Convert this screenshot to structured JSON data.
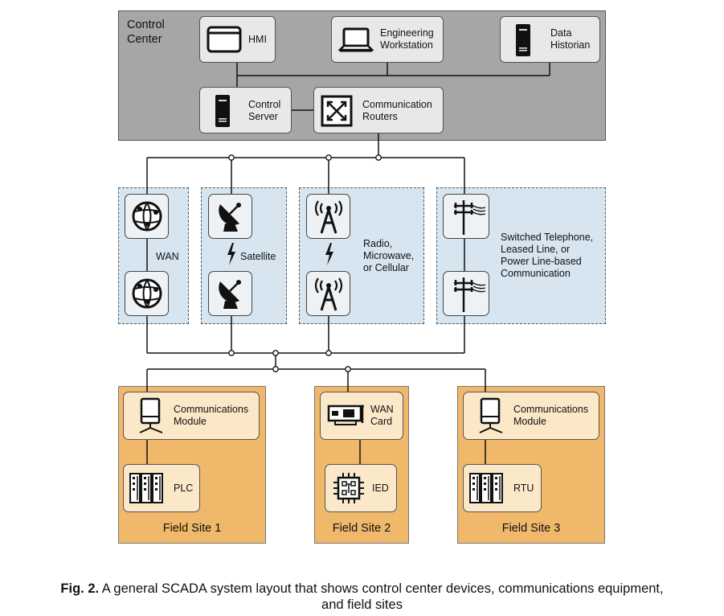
{
  "control_center": {
    "label_line1": "Control",
    "label_line2": "Center",
    "hmi": "HMI",
    "eng_line1": "Engineering",
    "eng_line2": "Workstation",
    "hist_line1": "Data",
    "hist_line2": "Historian",
    "server_line1": "Control",
    "server_line2": "Server",
    "router_line1": "Communication",
    "router_line2": "Routers"
  },
  "networks": {
    "wan": "WAN",
    "satellite": "Satellite",
    "radio_line1": "Radio,",
    "radio_line2": "Microwave,",
    "radio_line3": "or Cellular",
    "tel_line1": "Switched Telephone,",
    "tel_line2": "Leased Line, or",
    "tel_line3": "Power Line-based",
    "tel_line4": "Communication"
  },
  "field_sites": {
    "site1": {
      "comm_line1": "Communications",
      "comm_line2": "Module",
      "device": "PLC",
      "label": "Field Site 1"
    },
    "site2": {
      "comm_line1": "WAN",
      "comm_line2": "Card",
      "device": "IED",
      "label": "Field Site 2"
    },
    "site3": {
      "comm_line1": "Communications",
      "comm_line2": "Module",
      "device": "RTU",
      "label": "Field Site 3"
    }
  },
  "caption": {
    "label": "Fig. 2.",
    "text_line1": " A general SCADA system layout that shows control center devices, communications equipment,",
    "text_line2": "and field sites"
  },
  "icons": [
    "monitor-icon",
    "laptop-icon",
    "server-icon",
    "router-icon",
    "globe-icon",
    "satellite-dish-icon",
    "radio-tower-icon",
    "lightning-icon",
    "power-line-icon",
    "comm-module-icon",
    "wan-card-icon",
    "chip-icon",
    "plc-rack-icon"
  ],
  "colors": {
    "control_center_bg": "#a6a6a6",
    "network_bg": "#d6e5f0",
    "field_site_bg": "#f0b86a",
    "field_device_bg": "#fbe8c8"
  }
}
